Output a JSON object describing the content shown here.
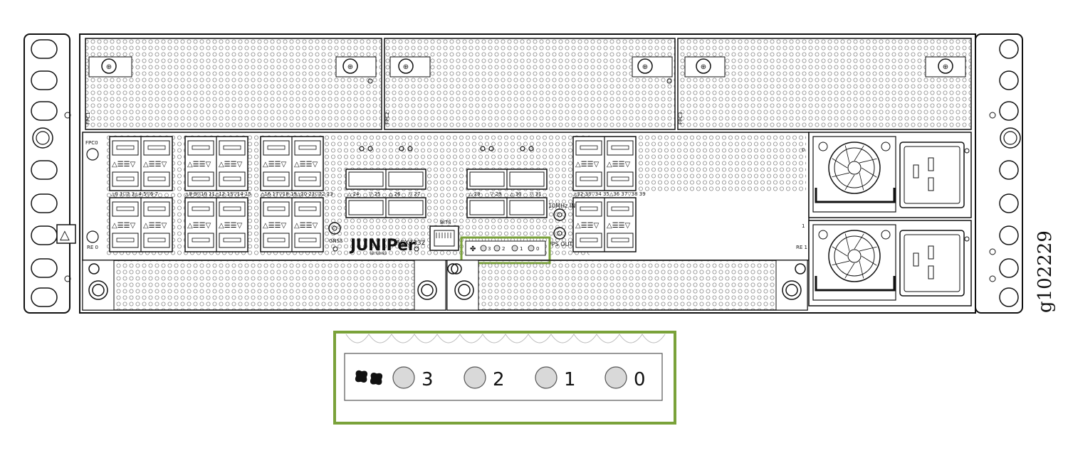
{
  "figure_id": "g102229",
  "colors": {
    "highlight": "#7aa23a",
    "line": "#111111",
    "led_fill": "#d9d9d9",
    "fill_light": "#ffffff"
  },
  "chassis": {
    "model": "ACX7332",
    "brand": "JUNIPer",
    "brand_sub": "NETWORKS",
    "fpc_labels": [
      "FPC1",
      "FPC2",
      "FPC3"
    ],
    "fpc0_label": "FPC0",
    "re_labels": [
      "RE 0",
      "RE 1"
    ],
    "psu_labels": [
      "0",
      "1"
    ],
    "ports_top_row_labels": [
      "△0  1▽2  3△4  5▽6  7",
      "△8  9▽10 11△12 13▽14 15",
      "△16 17▽18 19△20 21▽22 23",
      "△32 33▽34 35△36 37▽38 39"
    ],
    "qsfp_labels": [
      "△ 24",
      "▽ 25",
      "△ 26",
      "▽ 27",
      "△ 28",
      "▽ 29",
      "△ 30",
      "▽ 31"
    ],
    "connector_labels": {
      "gnss": "GNSS",
      "bits": "BITS",
      "in_10mhz": "10MHz IN",
      "pps_out": "PPS OUT"
    },
    "port_glyph": "△☰☰▽"
  },
  "fan_status": {
    "icon": "fan-icon",
    "leds": [
      "3",
      "2",
      "1",
      "0"
    ]
  }
}
